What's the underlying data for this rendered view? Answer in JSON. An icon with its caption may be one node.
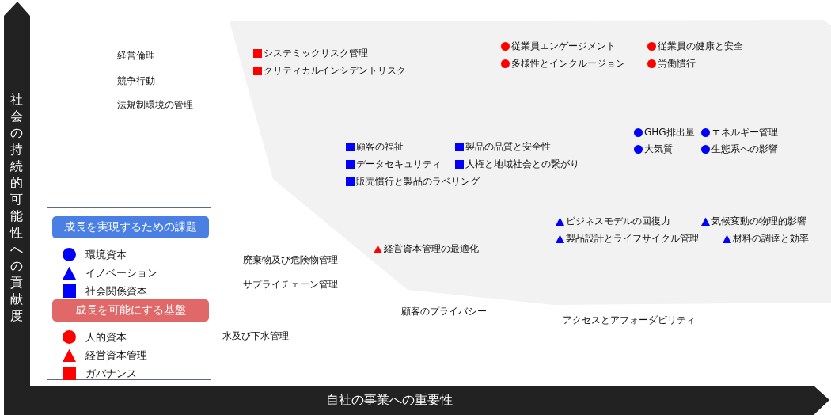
{
  "diagram": {
    "nodes": [
      {
        "text": [
          "成長を実現するための課題"
        ]
      },
      {
        "text": [
          "成長を可能にする基盤"
        ]
      }
    ],
    "labels": [
      "社会の持続的可能性への貢献度",
      "経営倫理",
      "システミックリスク管理",
      "従業員エンゲージメント",
      "従業員の健康と安全",
      "多様性とインクルージョン",
      "労働慣行",
      "クリティカルインシデントリスク",
      "競争行動",
      "法規制環境の管理",
      "GHG排出量",
      "エネルギー管理",
      "顧客の福祉",
      "製品の品質と安全性",
      "大気質",
      "生態系への影響",
      "データセキュリティ",
      "人権と地域社会との繋がり",
      "販売慣行と製品のラベリング",
      "ビジネスモデルの回復力",
      "気候変動の物理的影響",
      "製品設計とライフサイクル管理",
      "材料の調達と効率",
      "経営資本管理の最適化",
      "廃棄物及び危険物管理",
      "サプライチェーン管理",
      "顧客のプライバシー",
      "アクセスとアフォーダビリティ",
      "水及び下水管理",
      "自社の事業への重要性"
    ],
    "legend": [
      {
        "text": "環境資本"
      },
      {
        "text": "イノベーション"
      },
      {
        "text": "社会関係資本"
      },
      {
        "text": "人的資本"
      },
      {
        "text": "経営資本管理"
      },
      {
        "text": "ガバナンス"
      }
    ]
  }
}
